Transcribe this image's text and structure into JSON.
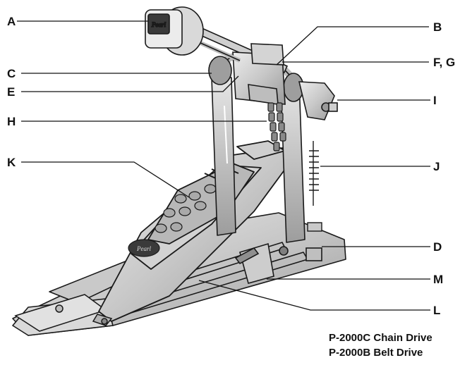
{
  "callouts": [
    "A",
    "B",
    "C",
    "E",
    "F, G",
    "H",
    "I",
    "K",
    "J",
    "D",
    "M",
    "L"
  ],
  "models": [
    "P-2000C Chain Drive",
    "P-2000B Belt Drive"
  ],
  "logo_text": "Pearl",
  "colors": {
    "ink": "#111111",
    "metal_light": "#d6d6d6",
    "metal_mid": "#bdbdbd",
    "metal_dark": "#8a8a8a",
    "outline": "#1a1a1a"
  }
}
